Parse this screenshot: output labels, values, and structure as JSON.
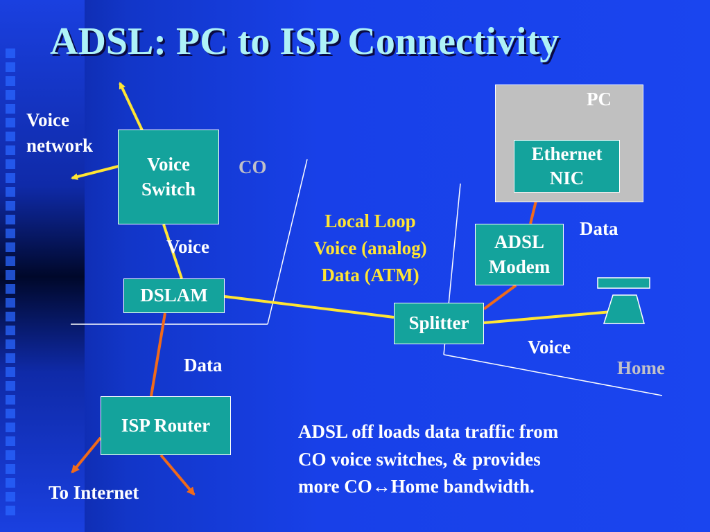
{
  "slide": {
    "title": "ADSL: PC to ISP Connectivity"
  },
  "nodes": {
    "voice_switch": "Voice Switch",
    "dslam": "DSLAM",
    "isp_router": "ISP Router",
    "splitter": "Splitter",
    "adsl_modem": "ADSL Modem",
    "ethernet_nic": "Ethernet NIC",
    "pc": "PC"
  },
  "labels": {
    "voice_network_1": "Voice",
    "voice_network_2": "network",
    "co": "CO",
    "voice_left": "Voice",
    "data_left": "Data",
    "to_internet": "To Internet",
    "local_loop_1": "Local Loop",
    "local_loop_2": "Voice (analog)",
    "local_loop_3": "Data (ATM)",
    "data_right": "Data",
    "voice_right": "Voice",
    "home": "Home"
  },
  "note": {
    "line1": "ADSL off loads data traffic from",
    "line2": "CO voice switches, & provides",
    "line3": "more CO↔Home bandwidth."
  },
  "colors": {
    "background": "#1a45ef",
    "title": "#aef2f7",
    "box_fill": "#14a39c",
    "voice_line": "#ffe533",
    "data_line": "#f06a1a",
    "boundary": "#ffffff",
    "pc_fill": "#c0c0c0"
  }
}
